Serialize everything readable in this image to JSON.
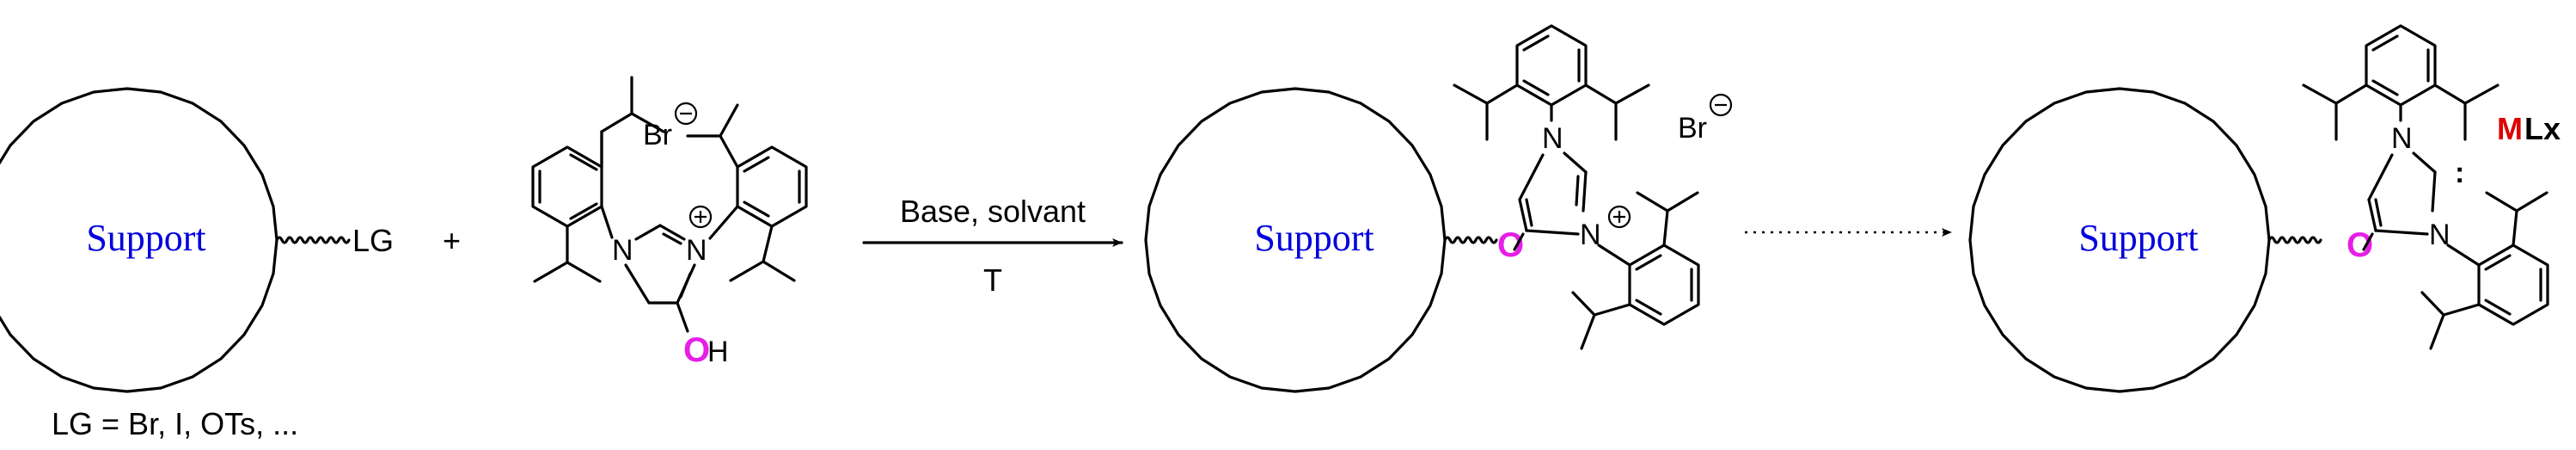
{
  "support_label": "Support",
  "leaving_group": "LG",
  "plus_sign": "+",
  "bromide": "Br",
  "nitrogen": "N",
  "hydroxyl_O": "O",
  "hydroxyl_H": "H",
  "ether_O": "O",
  "reaction_conditions_top": "Base, solvant",
  "reaction_conditions_bottom": "T",
  "lg_definition": "LG = Br, I, OTs, ...",
  "metal_M": "M",
  "metal_Lx": "Lx",
  "carbene_dots": ":",
  "colors": {
    "support": "#0000dd",
    "oxygen": "#e61ee6",
    "metal": "#e00000",
    "lines": "#000000"
  }
}
